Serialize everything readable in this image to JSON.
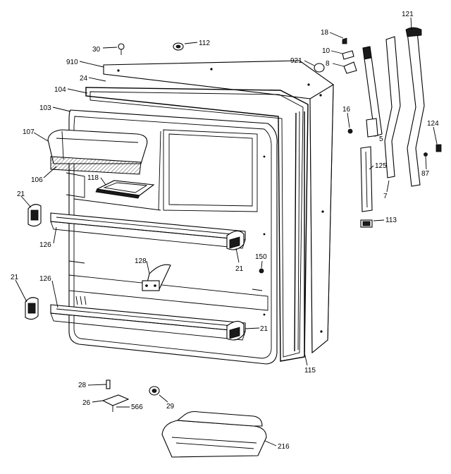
{
  "diagram": {
    "callouts": [
      {
        "id": "c-121",
        "text": "121"
      },
      {
        "id": "c-18",
        "text": "18"
      },
      {
        "id": "c-30",
        "text": "30"
      },
      {
        "id": "c-112",
        "text": "112"
      },
      {
        "id": "c-10",
        "text": "10"
      },
      {
        "id": "c-910",
        "text": "910"
      },
      {
        "id": "c-921",
        "text": "921"
      },
      {
        "id": "c-8",
        "text": "8"
      },
      {
        "id": "c-24",
        "text": "24"
      },
      {
        "id": "c-104",
        "text": "104"
      },
      {
        "id": "c-103",
        "text": "103"
      },
      {
        "id": "c-16",
        "text": "16"
      },
      {
        "id": "c-5",
        "text": "5"
      },
      {
        "id": "c-124",
        "text": "124"
      },
      {
        "id": "c-107",
        "text": "107"
      },
      {
        "id": "c-125",
        "text": "125"
      },
      {
        "id": "c-106",
        "text": "106"
      },
      {
        "id": "c-118",
        "text": "118"
      },
      {
        "id": "c-87",
        "text": "87"
      },
      {
        "id": "c-7",
        "text": "7"
      },
      {
        "id": "c-21a",
        "text": "21"
      },
      {
        "id": "c-113",
        "text": "113"
      },
      {
        "id": "c-126a",
        "text": "126"
      },
      {
        "id": "c-150",
        "text": "150"
      },
      {
        "id": "c-128",
        "text": "128"
      },
      {
        "id": "c-21b",
        "text": "21"
      },
      {
        "id": "c-21c",
        "text": "21"
      },
      {
        "id": "c-126b",
        "text": "126"
      },
      {
        "id": "c-21d",
        "text": "21"
      },
      {
        "id": "c-115",
        "text": "115"
      },
      {
        "id": "c-28",
        "text": "28"
      },
      {
        "id": "c-26",
        "text": "26"
      },
      {
        "id": "c-566",
        "text": "566"
      },
      {
        "id": "c-29",
        "text": "29"
      },
      {
        "id": "c-216",
        "text": "216"
      }
    ]
  }
}
